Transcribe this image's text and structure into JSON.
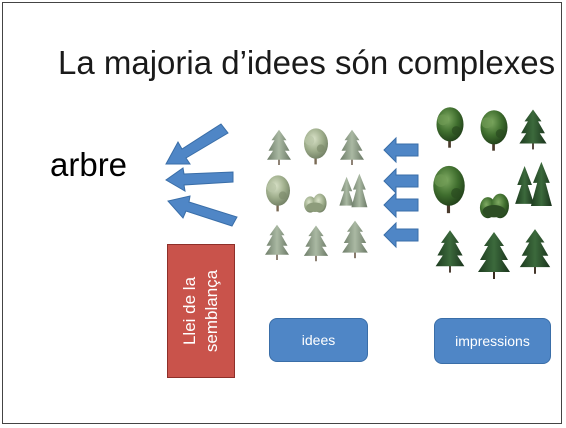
{
  "slide": {
    "title": "La majoria d’idees són complexes",
    "concept_word": "arbre",
    "law_label": "Llei de la semblança",
    "ideas_label": "idees",
    "impressions_label": "impressions"
  },
  "colors": {
    "arrow_fill": "#4f86c6",
    "arrow_stroke": "#3a6ea8",
    "law_box": "#c9534b",
    "pill": "#4f86c6"
  },
  "icons": {
    "arrow": "arrow-icon",
    "tree": "tree-icon"
  }
}
